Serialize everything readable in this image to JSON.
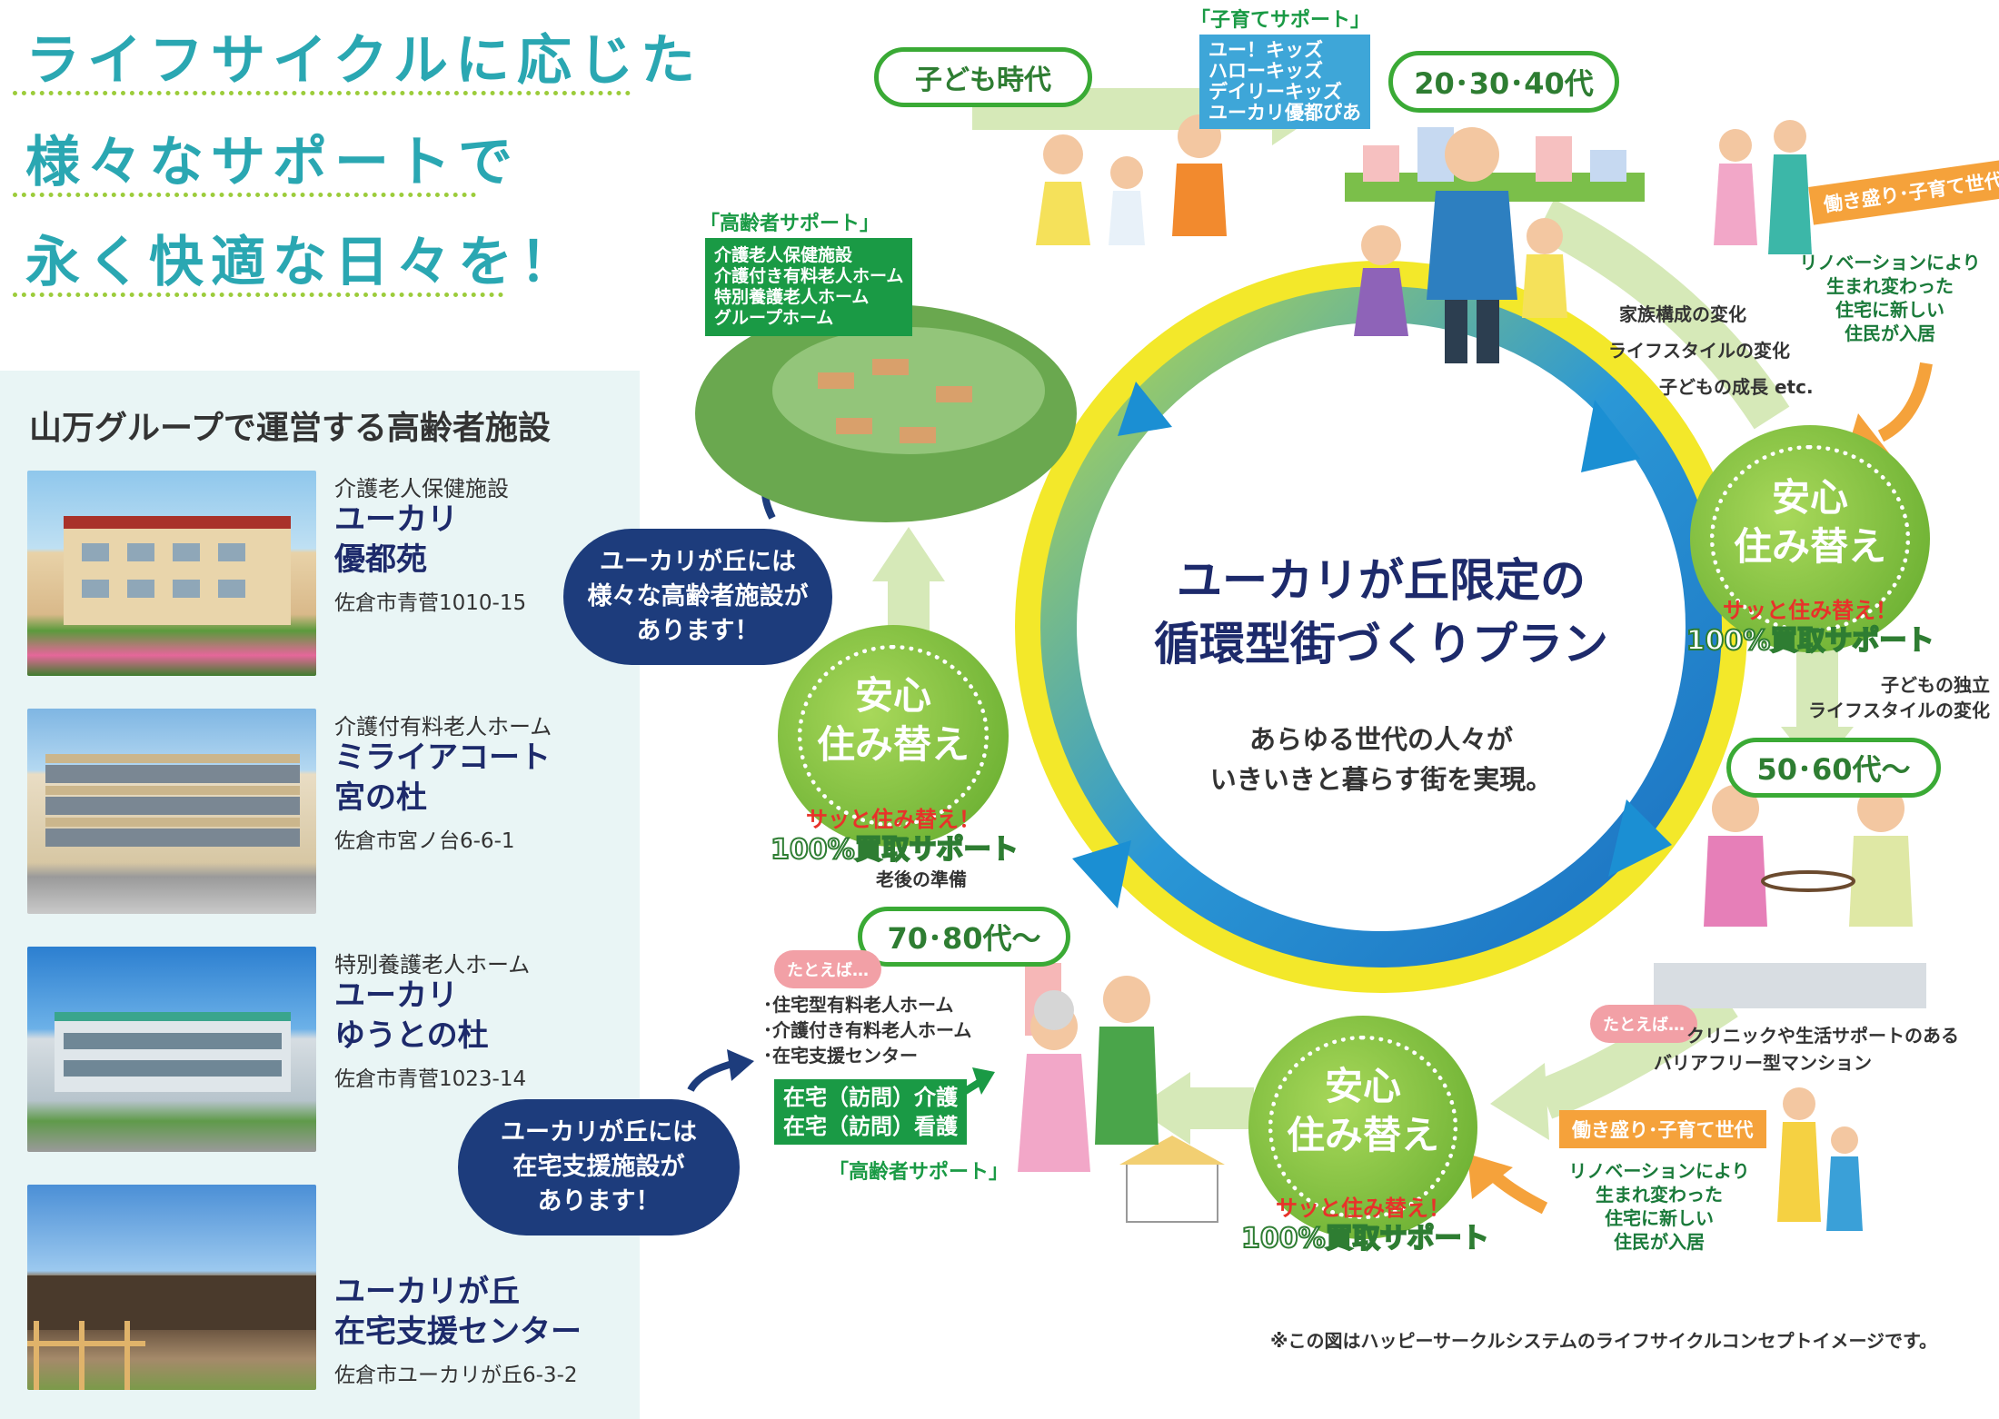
{
  "headline": [
    "ライフサイクルに応じた",
    "様々なサポートで",
    "永く快適な日々を！"
  ],
  "facilities": {
    "title": "山万グループで運営する高齢者施設",
    "items": [
      {
        "type": "介護老人保健施設",
        "name": [
          "ユーカリ",
          "優都苑"
        ],
        "address": "佐倉市青菅1010-15"
      },
      {
        "type": "介護付有料老人ホーム",
        "name": [
          "ミライアコート",
          "宮の杜"
        ],
        "address": "佐倉市宮ノ台6-6-1"
      },
      {
        "type": "特別養護老人ホーム",
        "name": [
          "ユーカリ",
          "ゆうとの杜"
        ],
        "address": "佐倉市青菅1023-14"
      },
      {
        "type": "",
        "name": [
          "ユーカリが丘",
          "在宅支援センター"
        ],
        "address": "佐倉市ユーカリが丘6-3-2"
      }
    ]
  },
  "center": {
    "title": [
      "ユーカリが丘限定の",
      "循環型街づくりプラン"
    ],
    "subtitle": [
      "あらゆる世代の人々が",
      "いきいきと暮らす街を実現。"
    ]
  },
  "stages": {
    "child": "子ども時代",
    "adult": "20･30･40代",
    "middle": "50･60代～",
    "senior": "70･80代～"
  },
  "child_support": {
    "label": "「子育てサポート」",
    "items": [
      "ユー！キッズ",
      "ハローキッズ",
      "デイリーキッズ",
      "ユーカリ優都ぴあ"
    ]
  },
  "senior_support_top": {
    "label": "「高齢者サポート」",
    "items": [
      "介護老人保健施設",
      "介護付き有料老人ホーム",
      "特別養護老人ホーム",
      "グループホーム"
    ]
  },
  "senior_support_bottom": {
    "label": "「高齢者サポート」",
    "items": [
      "在宅（訪問）介護",
      "在宅（訪問）看護"
    ],
    "example_label": "たとえば…",
    "examples": [
      "･住宅型有料老人ホーム",
      "･介護付き有料老人ホーム",
      "･在宅支援センター"
    ]
  },
  "clouds": {
    "top": [
      "ユーカリが丘には",
      "様々な高齢者施設が",
      "あります！"
    ],
    "bottom": [
      "ユーカリが丘には",
      "在宅支援施設が",
      "あります！"
    ]
  },
  "badges": {
    "title": [
      "安心",
      "住み替え"
    ],
    "sub1": "サッと住み替え！",
    "sub2": "100%買取サポート"
  },
  "right_changes": [
    "家族構成の変化",
    "ライフスタイルの変化",
    "子どもの成長 etc."
  ],
  "right_changes2": [
    "子どもの独立",
    "ライフスタイルの変化"
  ],
  "working_label": "働き盛り･子育て世代",
  "renovation": [
    "リノベーションにより",
    "生まれ変わった",
    "住宅に新しい",
    "住民が入居"
  ],
  "old_age_prep": "老後の準備",
  "middle_example": {
    "label": "たとえば…",
    "lines": [
      "クリニックや生活サポートのある",
      "バリアフリー型マンション"
    ]
  },
  "footnote": "※この図はハッピーサークルシステムのライフサイクルコンセプトイメージです。",
  "colors": {
    "teal": "#2aa7b2",
    "navy": "#1d2a6b",
    "green": "#3aaa35",
    "orange": "#f5a23b",
    "yellow": "#f3e82a",
    "blue": "#1b8fd3"
  }
}
